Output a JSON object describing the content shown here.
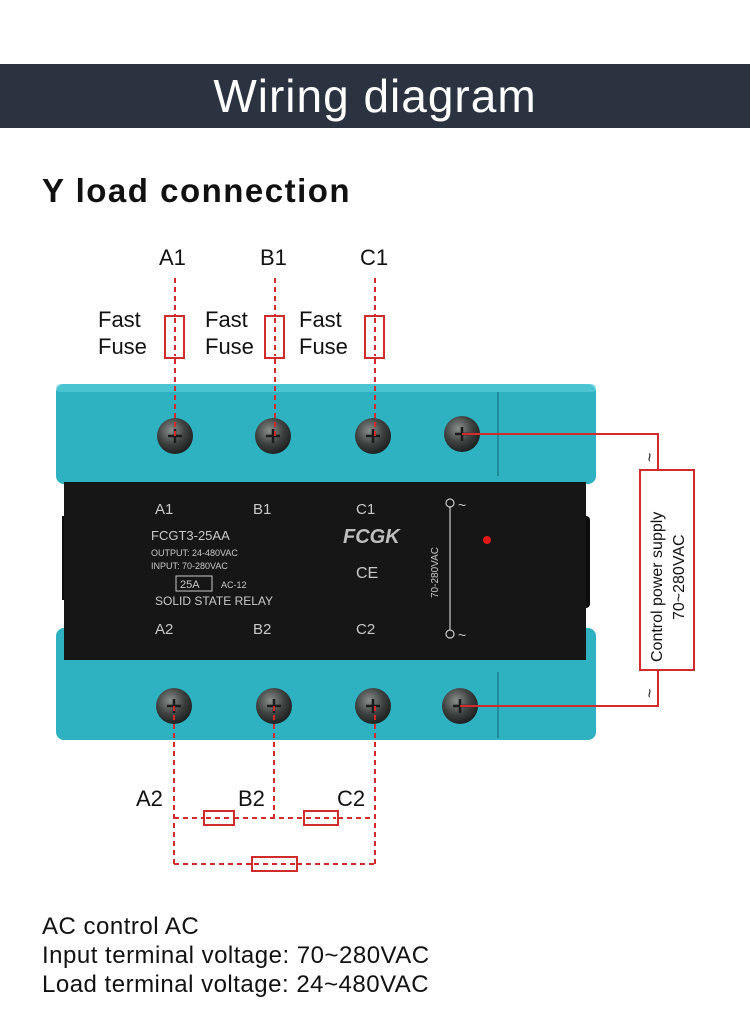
{
  "header": {
    "title": "Wiring diagram"
  },
  "section": {
    "title": "Y load connection"
  },
  "top_terminals": [
    "A1",
    "B1",
    "C1"
  ],
  "bottom_terminals": [
    "A2",
    "B2",
    "C2"
  ],
  "fuse_label": {
    "line1": "Fast",
    "line2": "Fuse"
  },
  "relay": {
    "terminal_labels_top": [
      "A1",
      "B1",
      "C1"
    ],
    "terminal_labels_bottom": [
      "A2",
      "B2",
      "C2"
    ],
    "model": "FCGT3-25AA",
    "output": "OUTPUT: 24-480VAC",
    "input": "INPUT: 70-280VAC",
    "current": "25A",
    "category": "AC-12",
    "type": "SOLID STATE RELAY",
    "brand": "FCGK",
    "ce_mark": "CE",
    "control_voltage": "70-280VAC",
    "ac_symbol": "~",
    "body_color": "#2eb2c2",
    "face_color": "#161616",
    "indicator_color": "#e01818"
  },
  "control_supply": {
    "line1": "Control power supply",
    "line2": "70~280VAC",
    "tilde": "~"
  },
  "wire_color": "#d12b2b",
  "footer": {
    "line1": "AC control AC",
    "line2": "Input terminal voltage: 70~280VAC",
    "line3": "Load terminal voltage: 24~480VAC"
  }
}
